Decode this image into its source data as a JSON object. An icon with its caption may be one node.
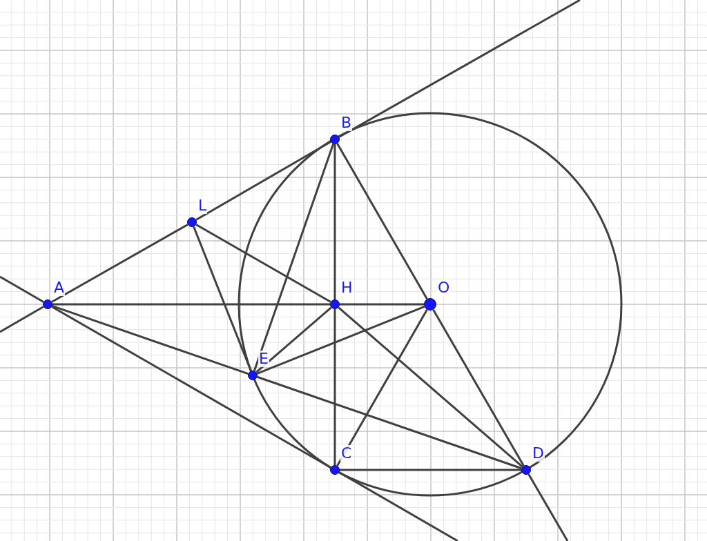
{
  "diagram": {
    "nodes": [
      {
        "text": [
          "B"
        ]
      },
      {
        "text": [
          "L"
        ]
      },
      {
        "text": [
          "A"
        ]
      },
      {
        "text": [
          "H"
        ]
      },
      {
        "text": [
          "O"
        ]
      },
      {
        "text": [
          "E"
        ]
      },
      {
        "text": [
          "C"
        ]
      },
      {
        "text": [
          "D"
        ]
      }
    ],
    "edges": [
      {
        "from": 2,
        "to": 1,
        "arrow": "none"
      },
      {
        "from": 1,
        "to": 0,
        "arrow": "none"
      },
      {
        "from": 0,
        "to": null,
        "arrow": "none"
      },
      {
        "from": null,
        "to": 2,
        "arrow": "none"
      },
      {
        "from": 2,
        "to": 6,
        "arrow": "none"
      },
      {
        "from": 6,
        "to": null,
        "arrow": "none"
      },
      {
        "from": null,
        "to": 2,
        "arrow": "none"
      },
      {
        "from": 0,
        "to": 3,
        "arrow": "none"
      },
      {
        "from": 3,
        "to": 6,
        "arrow": "none"
      },
      {
        "from": 2,
        "to": 3,
        "arrow": "none"
      },
      {
        "from": 3,
        "to": 4,
        "arrow": "none"
      },
      {
        "from": 0,
        "to": 4,
        "arrow": "none"
      },
      {
        "from": 4,
        "to": 7,
        "arrow": "none"
      },
      {
        "from": 7,
        "to": null,
        "arrow": "none"
      },
      {
        "from": 1,
        "to": 3,
        "arrow": "none"
      },
      {
        "from": 1,
        "to": 5,
        "arrow": "none"
      },
      {
        "from": 0,
        "to": 5,
        "arrow": "none"
      },
      {
        "from": 2,
        "to": 5,
        "arrow": "none"
      },
      {
        "from": 5,
        "to": 3,
        "arrow": "none"
      },
      {
        "from": 5,
        "to": 4,
        "arrow": "none"
      },
      {
        "from": 4,
        "to": 6,
        "arrow": "none"
      },
      {
        "from": 3,
        "to": 7,
        "arrow": "none"
      },
      {
        "from": 5,
        "to": 7,
        "arrow": "none"
      },
      {
        "from": 6,
        "to": 7,
        "arrow": "none"
      }
    ]
  }
}
